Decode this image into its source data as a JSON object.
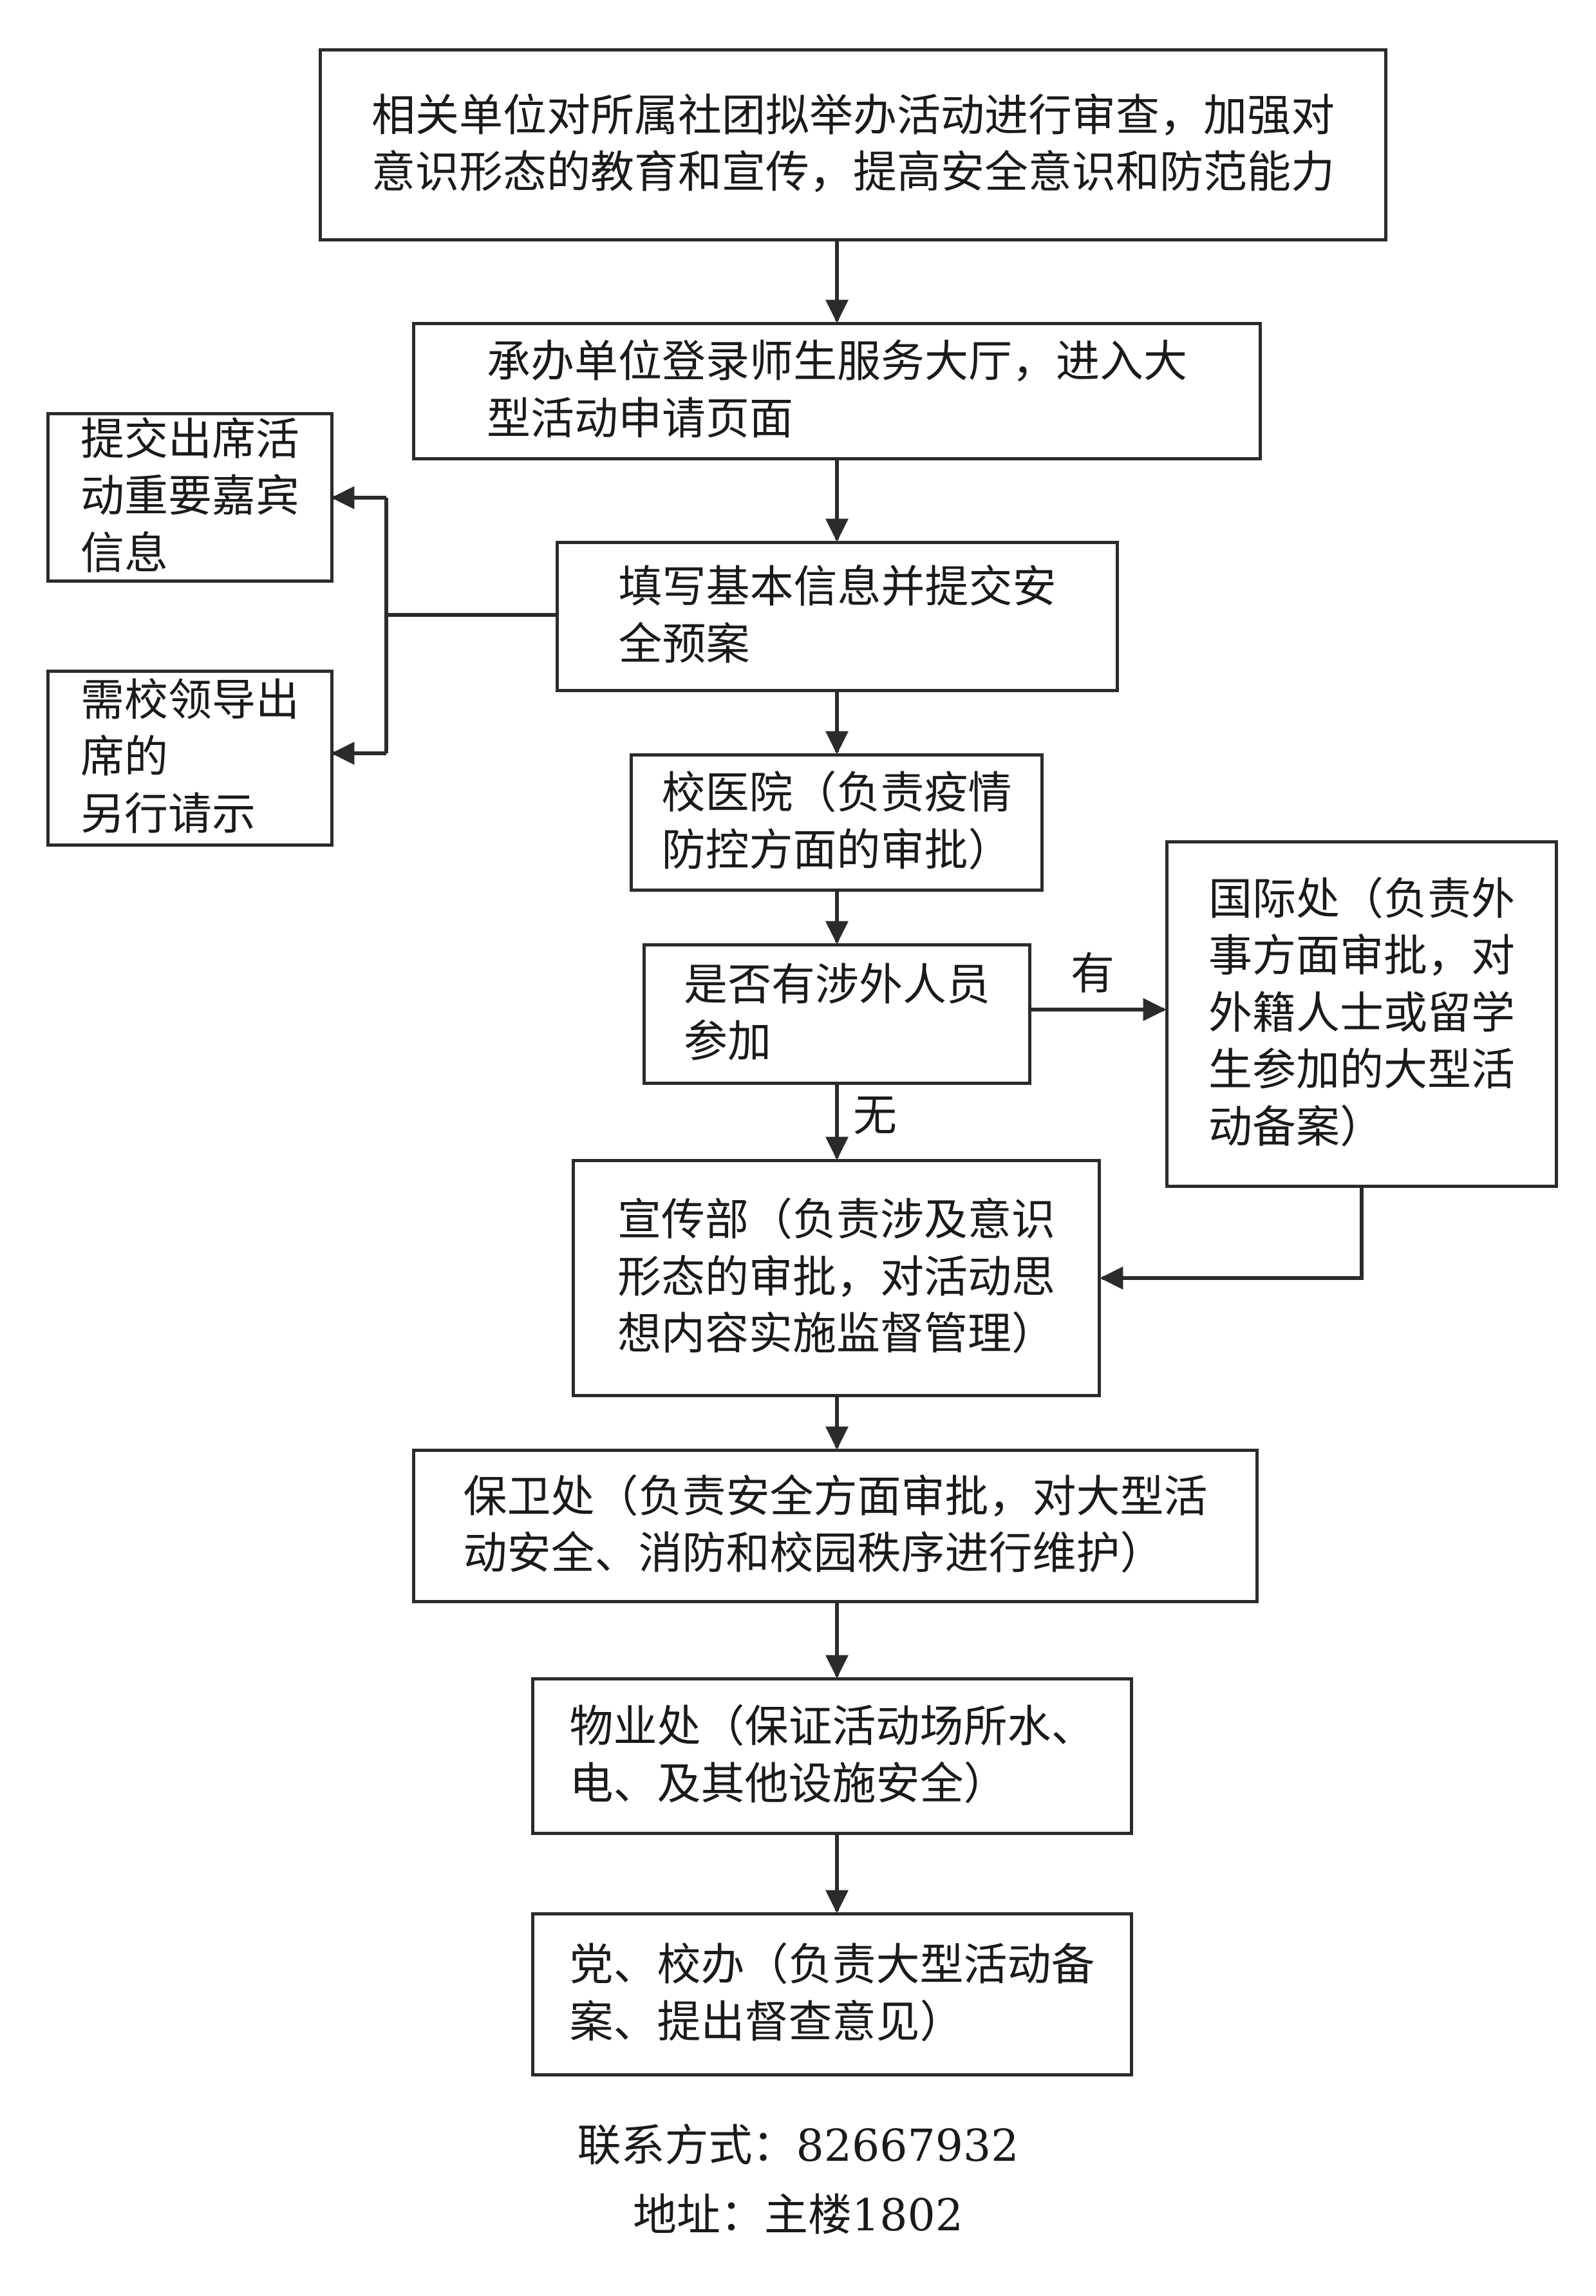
{
  "nodes": {
    "review": "相关单位对所属社团拟举办活动进行审查，加强对\n意识形态的教育和宣传，提高安全意识和防范能力",
    "login": "承办单位登录师生服务大厅，进入大\n型活动申请页面",
    "fill_info": "填写基本信息并提交安\n全预案",
    "vip_info": "提交出席活\n动重要嘉宾\n信息",
    "leader_request": "需校领导出\n席的\n另行请示",
    "hospital": "校医院（负责疫情\n防控方面的审批）",
    "foreign_check": "是否有涉外人员\n参加",
    "international": "国际处（负责外\n事方面审批，对\n外籍人士或留学\n生参加的大型活\n动备案）",
    "publicity": "宣传部（负责涉及意识\n形态的审批，对活动思\n想内容实施监督管理）",
    "security": "保卫处（负责安全方面审批，对大型活\n动安全、消防和校园秩序进行维护）",
    "property": "物业处（保证活动场所水、\n电、及其他设施安全）",
    "party_office": "党、校办（负责大型活动备\n案、提出督查意见）"
  },
  "edge_labels": {
    "yes": "有",
    "no": "无"
  },
  "footer": {
    "contact": "联系方式：82667932",
    "address": "地址：主楼1802"
  }
}
